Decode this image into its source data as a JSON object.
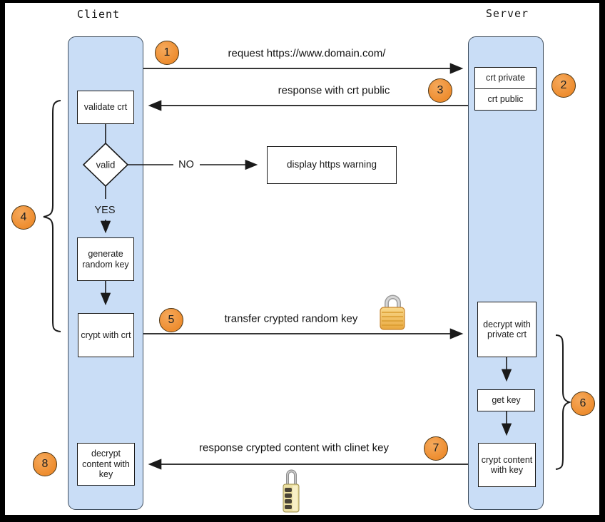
{
  "actors": {
    "client": "Client",
    "server": "Server"
  },
  "steps": {
    "s1": "1",
    "s2": "2",
    "s3": "3",
    "s4": "4",
    "s5": "5",
    "s6": "6",
    "s7": "7",
    "s8": "8"
  },
  "messages": {
    "request": "request https://www.domain.com/",
    "response_public": "response with crt public",
    "transfer_key": "transfer crypted random key",
    "response_content": "response crypted content with clinet key"
  },
  "client_nodes": {
    "validate_crt": "validate crt",
    "valid": "valid",
    "yes": "YES",
    "no": "NO",
    "generate_random_key": "generate random key",
    "crypt_with_crt": "crypt with crt",
    "decrypt_content_with_key": "decrypt content with key"
  },
  "server_nodes": {
    "crt_private": "crt private",
    "crt_public": "crt public",
    "decrypt_with_private_crt": "decrypt with private crt",
    "get_key": "get key",
    "crypt_content_with_key": "crypt content with key"
  },
  "warning": "display https warning",
  "icons": {
    "padlock": "closed-golden-padlock",
    "combination_lock": "combination-padlock"
  },
  "colors": {
    "lifeline_fill": "#c9ddf6",
    "lifeline_border": "#3f4e5e",
    "step_circle_fill": "#ee8d2f",
    "line": "#1a1a1a",
    "frame": "#000000"
  }
}
